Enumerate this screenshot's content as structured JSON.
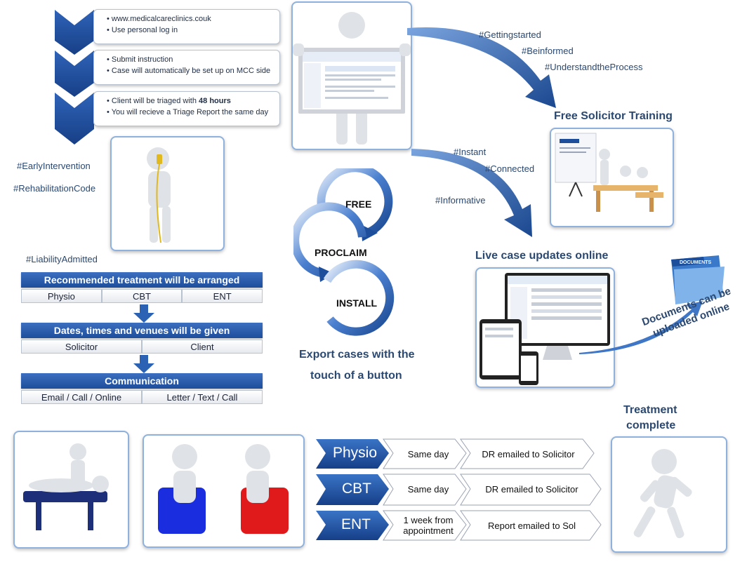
{
  "steps": [
    {
      "lines": [
        "www.medicalcareclinics.couk",
        "Use personal log in"
      ]
    },
    {
      "lines": [
        "Submit instruction",
        "Case will automatically be set up on MCC side"
      ]
    },
    {
      "lines_rich": [
        {
          "pre": "Client will be triaged with ",
          "bold": "48 hours"
        }
      ],
      "lines": [
        "You will recieve a Triage Report the same day"
      ]
    }
  ],
  "hashtags": {
    "early": "#EarlyIntervention",
    "rehab": "#RehabilitationCode",
    "liability": "#LiabilityAdmitted",
    "getting": "#Gettingstarted",
    "informed": "#Beinformed",
    "understand": "#UnderstandtheProcess",
    "instant": "#Instant",
    "connected": "#Connected",
    "informative": "#Informative"
  },
  "treatment": {
    "header1": "Recommended treatment will be arranged",
    "row1": [
      "Physio",
      "CBT",
      "ENT"
    ],
    "header2": "Dates, times and venues will be  given",
    "row2": [
      "Solicitor",
      "Client"
    ],
    "header3": "Communication",
    "row3": [
      "Email / Call / Online",
      "Letter / Text / Call"
    ]
  },
  "headings": {
    "training": "Free Solicitor Training",
    "live": "Live case updates online",
    "treatment_complete_1": "Treatment",
    "treatment_complete_2": "complete"
  },
  "cycle": {
    "free": "FREE",
    "proclaim": "PROCLAIM",
    "install": "INSTALL",
    "caption1": "Export cases with the",
    "caption2": "touch of a button"
  },
  "documents": {
    "folder_label": "DOCUMENTS",
    "line1": "Documents can be",
    "line2": "uploaded online"
  },
  "timeline": [
    {
      "name": "Physio",
      "when": "Same day",
      "result": "DR emailed to Solicitor"
    },
    {
      "name": "CBT",
      "when": "Same day",
      "result": "DR emailed to Solicitor"
    },
    {
      "name": "ENT",
      "when": "1 week from appointment",
      "when_lines": [
        "1 week from",
        "appointment"
      ],
      "result": "Report emailed to Sol"
    }
  ],
  "colors": {
    "accent": "#1d4e9c",
    "heading": "#2b4870",
    "border": "#8fb1dd"
  }
}
